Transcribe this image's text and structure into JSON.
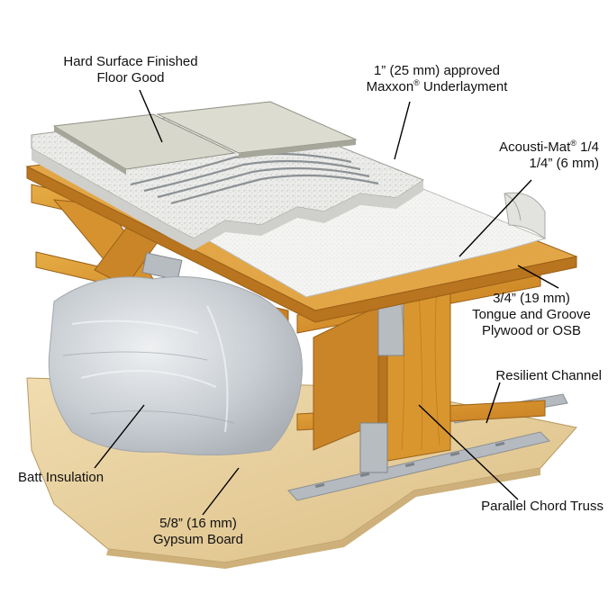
{
  "labels": {
    "floor_good": [
      "Hard Surface Finished",
      "Floor Good"
    ],
    "underlayment": {
      "line1": "1” (25 mm) approved",
      "line2_a": "Maxxon",
      "line2_reg": "®",
      "line2_b": " Underlayment"
    },
    "acousti_mat": {
      "line1_a": "Acousti-Mat",
      "line1_reg": "®",
      "line1_b": " 1/4",
      "line2": "1/4” (6 mm)"
    },
    "plywood": [
      "3/4” (19 mm)",
      "Tongue and Groove",
      "Plywood or OSB"
    ],
    "resilient_channel": "Resilient Channel",
    "batt_insulation": "Batt Insulation",
    "truss": "Parallel Chord Truss",
    "gypsum": [
      "5/8” (16 mm)",
      "Gypsum Board"
    ]
  },
  "colors": {
    "wood": "#d9962e",
    "wood_dark": "#b8741e",
    "tile": "#d8d8cc",
    "underlayment": "#e6e6e6",
    "acoustic_mat": "#f2f2f0",
    "insulation": "#cfd4d8",
    "gypsum": "#e8cfa0",
    "metal": "#b9bdc2",
    "leader": "#000000"
  }
}
